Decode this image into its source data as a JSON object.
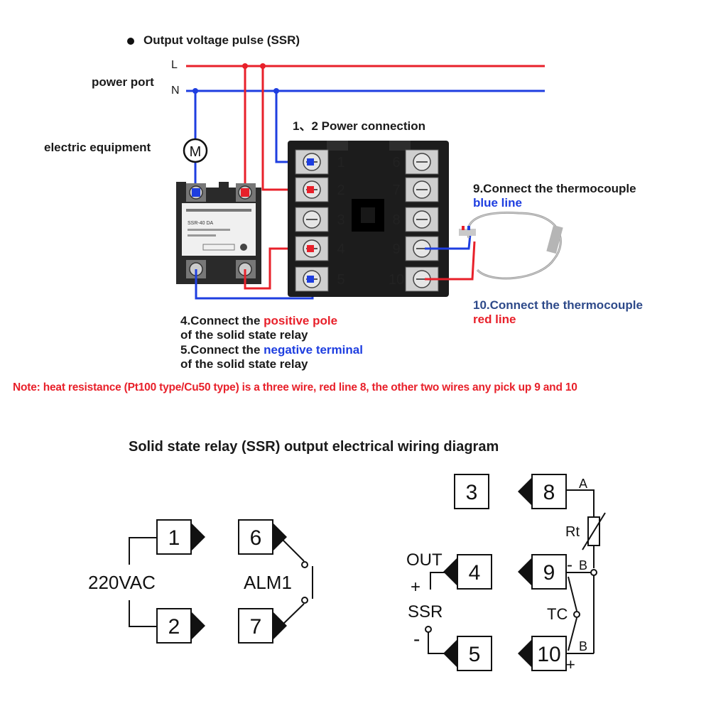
{
  "labels": {
    "output_pulse": "Output voltage pulse (SSR)",
    "line_L": "L",
    "line_N": "N",
    "power_port": "power port",
    "electric_equipment": "electric equipment",
    "motor_symbol": "M",
    "power_connection": "1、2 Power connection",
    "tc_blue_1": "9.Connect the thermocouple",
    "tc_blue_2": "blue line",
    "tc_red_1": "10.Connect the thermocouple",
    "tc_red_2": "red line",
    "conn4_a": "4.Connect the ",
    "conn4_b": "positive pole",
    "conn4_c": "of the solid state relay",
    "conn5_a": "5.Connect the ",
    "conn5_b": "negative terminal",
    "conn5_c": "of the solid state relay",
    "note": "Note: heat resistance (Pt100 type/Cu50 type) is a three wire, red line 8, the other two wires any pick up 9 and 10"
  },
  "terminals_left": [
    "1",
    "2",
    "3",
    "4",
    "5"
  ],
  "terminals_right": [
    "6",
    "7",
    "8",
    "9",
    "10"
  ],
  "ssr_label": "SSR-40 DA",
  "schematic": {
    "title": "Solid state relay (SSR) output electrical wiring diagram",
    "boxes": [
      "1",
      "2",
      "6",
      "7",
      "3",
      "8",
      "4",
      "9",
      "5",
      "10"
    ],
    "v220": "220VAC",
    "alm1": "ALM1",
    "out": "OUT",
    "ssr": "SSR",
    "plus": "+",
    "minus": "-",
    "tc": "TC",
    "rt": "Rt",
    "pin_a": "A",
    "pin_b_top": "B",
    "pin_b_bottom": "B",
    "minus9": "-",
    "plus10": "+"
  },
  "colors": {
    "red": "#e8202a",
    "blue": "#1e3ee0",
    "black": "#111111"
  }
}
